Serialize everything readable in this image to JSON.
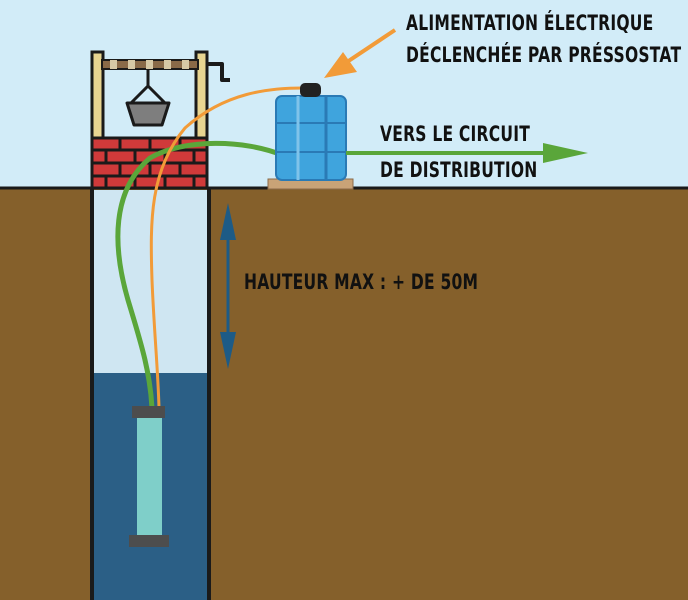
{
  "labels": {
    "power_line1": "ALIMENTATION ÉLECTRIQUE",
    "power_line2": "DÉCLENCHÉE PAR PRÉSSOSTAT",
    "circuit_line1": "VERS LE CIRCUIT",
    "circuit_line2": "DE DISTRIBUTION",
    "height": "HAUTEUR MAX : + DE 50M"
  },
  "colors": {
    "sky": "#d2ecf8",
    "ground": "#85602b",
    "water": "#2b5f86",
    "well_shaft": "#cfe6f2",
    "brick": "#d03a3a",
    "wood": "#e8d591",
    "tank": "#3fa4dd",
    "pump": "#7fcfc9",
    "water_pipe": "#5aa63a",
    "power_cable": "#f29b38",
    "height_arrow": "#1d5b86"
  }
}
